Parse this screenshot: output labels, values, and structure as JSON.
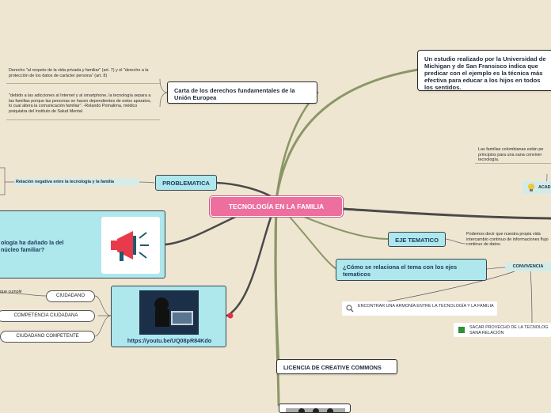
{
  "central": {
    "title": "TECNOLOGÍA EN LA FAMILIA"
  },
  "nodes": {
    "estudio": "Un estudio realizado por la Universidad de Michigan y de San Fransisco indica que predicar con el ejemplo es la técnica más efectiva para educar a los hijos en todos los sentidos.",
    "carta": "Carta de los derechos fundamentales de la Unión Europea",
    "problematica": "PROBLEMATICA",
    "relacion_negativa": "Relación negativa entre la tecnología y la familia",
    "pregunta_danado": "ología ha dañado la del núcleo familiar?",
    "youtube": "https://youtu.be/UQ08pR84Kdo",
    "eje": "EJE TEMATICO",
    "como": "¿Cómo se relaciona el tema con los ejes tematicos",
    "convivencia": "CONVIVENCIA",
    "licencia": "LICENCIA DE CREATIVE COMMONS",
    "ciudadano": "CIUDADANO",
    "competencia": "COMPETENCIA CIUDADANA",
    "ciudadano_competente": "CIUDADANO COMPETENTE",
    "que_cumplir": "que cumplir",
    "aca": "ACAD",
    "encontrar": "ENCONTRAR UNA ARMONÍA ENTRE LA TECNOLOGÍA Y LA FAMILIA",
    "sacar": "SACAR PROVECHO DE LA TECNOLOG SANA RELACIÓN"
  },
  "notes": {
    "derecho": "Derecho \"al respeto de la vida privada y familiar\" (art. 7) y el \"derecho a la protección de los datos de carácter persona\" (art. 8)",
    "adicciones": "\"debido a las adicciones al Internet y al smartphone, la tecnología separa a las familias porque las personas se hacen dependientes de estos aparatos, lo cual altera la comunicación familiar\". -Rolando Pomalima, médico psiquiatra del Instituto de Salud Mental",
    "familias": "Las familias colombianas están pe principios para una sana conviver tecnología.",
    "podemos": "Podemos decir que nuestra propia vida intercambio continuo de informaciones flujo continuo de datos."
  },
  "colors": {
    "central": "#ec6f9e",
    "branch": "#7d8a5c",
    "cyan": "#aee7ec",
    "navy": "#1e3a5f"
  },
  "icons": {
    "megaphone": "megaphone-icon",
    "badge": "badge-icon",
    "book": "book-icon",
    "search": "magnifier-icon",
    "bulb": "lightbulb-icon"
  }
}
